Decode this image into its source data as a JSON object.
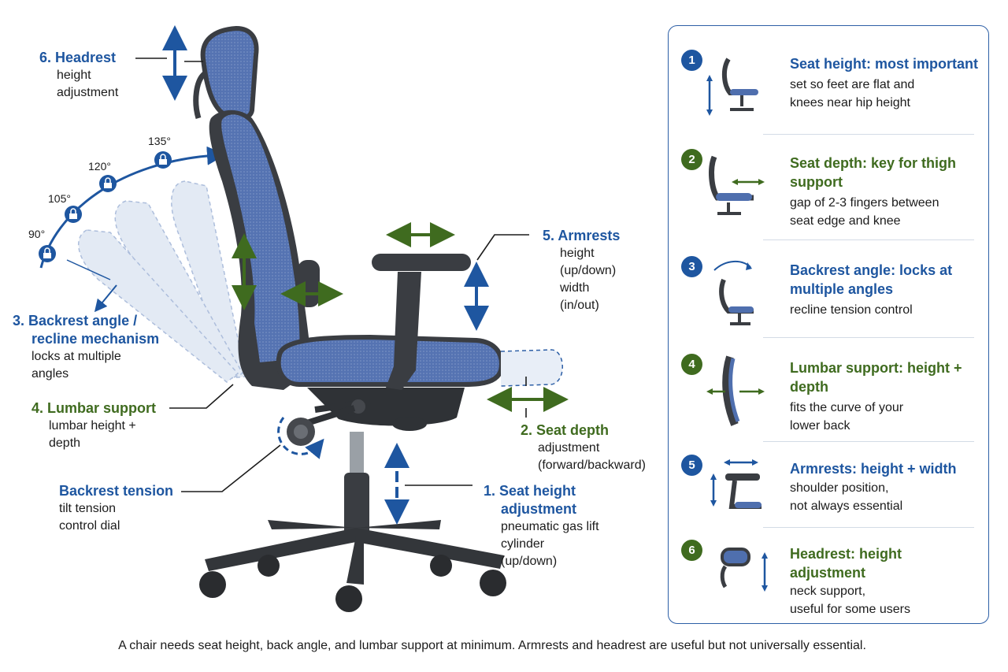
{
  "diagram": {
    "angles": [
      "90°",
      "105°",
      "120°",
      "135°"
    ],
    "labels": {
      "headrest": {
        "title": "6. Headrest",
        "lines": [
          "height",
          "adjustment"
        ]
      },
      "backrest": {
        "title_lines": [
          "3. Backrest angle /",
          "recline mechanism"
        ],
        "lines": [
          "locks at multiple",
          "angles"
        ]
      },
      "lumbar": {
        "title": "4. Lumbar support",
        "lines": [
          "lumbar height +",
          "depth"
        ]
      },
      "tension": {
        "title": "Backrest tension",
        "lines": [
          "tilt tension",
          "control dial"
        ]
      },
      "armrests": {
        "title": "5. Armrests",
        "lines": [
          "height",
          "(up/down)",
          "width",
          "(in/out)"
        ]
      },
      "seat_depth": {
        "title": "2. Seat depth",
        "lines": [
          "adjustment",
          "(forward/backward)"
        ]
      },
      "seat_height": {
        "title_lines": [
          "1. Seat height",
          "adjustment"
        ],
        "lines": [
          "pneumatic gas lift",
          "cylinder",
          "(up/down)"
        ]
      }
    }
  },
  "panel": {
    "items": [
      {
        "num": "1",
        "title": "Seat height: most important",
        "desc": [
          "set so feet are flat and",
          "knees near hip height"
        ],
        "color": "#1e56a0"
      },
      {
        "num": "2",
        "title": "Seat depth: key for thigh support",
        "desc": [
          "gap of 2-3 fingers between",
          "seat edge and knee"
        ],
        "color": "#3f6b1f"
      },
      {
        "num": "3",
        "title": "Backrest angle: locks at multiple angles",
        "desc": [
          "recline tension control"
        ],
        "color": "#1e56a0"
      },
      {
        "num": "4",
        "title": "Lumbar support: height + depth",
        "desc": [
          "fits the curve of your",
          "lower back"
        ],
        "color": "#3f6b1f"
      },
      {
        "num": "5",
        "title": "Armrests: height + width",
        "desc": [
          "shoulder position,",
          "not always essential"
        ],
        "color": "#1e56a0"
      },
      {
        "num": "6",
        "title": "Headrest: height adjustment",
        "desc": [
          "neck support,",
          "useful for some users"
        ],
        "color": "#3f6b1f"
      }
    ]
  },
  "caption": "A chair needs seat height, back angle, and lumbar support at minimum. Armrests and headrest are useful but not universally essential.",
  "colors": {
    "blue": "#1e56a0",
    "green": "#3f6b1f",
    "mesh": "#4f6fae",
    "frame": "#3a3d42"
  }
}
